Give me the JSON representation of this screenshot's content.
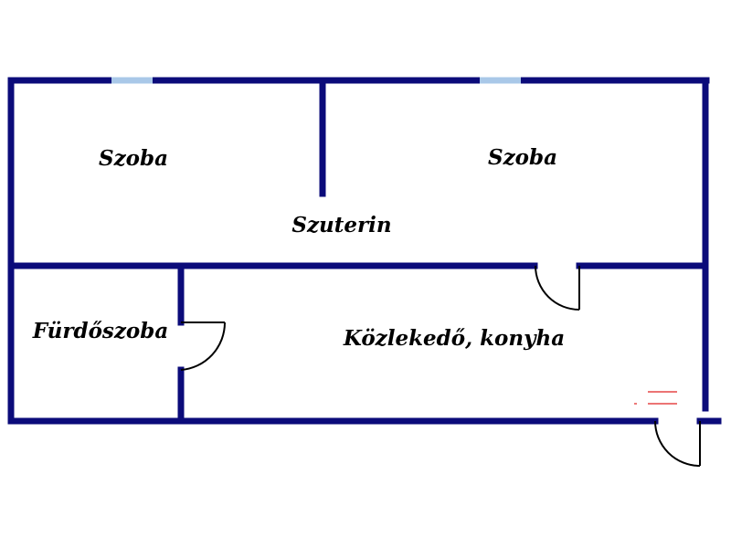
{
  "colors": {
    "wall": "#0b0b7a",
    "window": "#a9c8e8",
    "door": "#000000",
    "stair": "#e02020",
    "background": "#ffffff"
  },
  "rooms": {
    "room_left": "Szoba",
    "room_right": "Szoba",
    "hall": "Szuterin",
    "bathroom": "Fürdőszoba",
    "corridor_kitchen": "Közlekedő, konyha"
  }
}
